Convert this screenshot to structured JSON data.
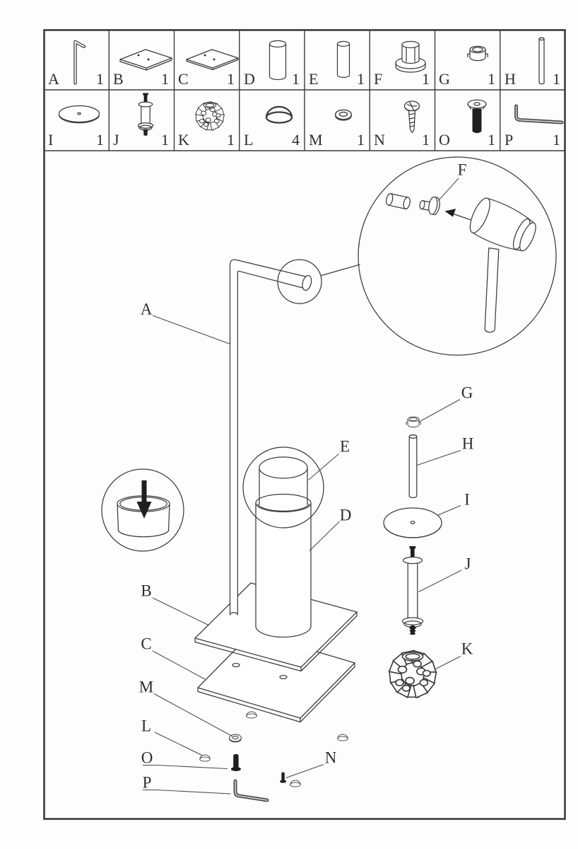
{
  "colors": {
    "line": "#3b3b3b",
    "background": "#fdfdfd",
    "hardware_dark": "#1f1f1f"
  },
  "parts": [
    {
      "letter": "A",
      "qty": "1",
      "name": "pole-with-bent-arm"
    },
    {
      "letter": "B",
      "qty": "1",
      "name": "square-base-plate"
    },
    {
      "letter": "C",
      "qty": "1",
      "name": "square-cover-plate"
    },
    {
      "letter": "D",
      "qty": "1",
      "name": "brush-holder-tube"
    },
    {
      "letter": "E",
      "qty": "1",
      "name": "inner-cup"
    },
    {
      "letter": "F",
      "qty": "1",
      "name": "flanged-end-cap"
    },
    {
      "letter": "G",
      "qty": "1",
      "name": "push-in-plug"
    },
    {
      "letter": "H",
      "qty": "1",
      "name": "spindle-rod"
    },
    {
      "letter": "I",
      "qty": "1",
      "name": "round-lid"
    },
    {
      "letter": "J",
      "qty": "1",
      "name": "brush-handle"
    },
    {
      "letter": "K",
      "qty": "1",
      "name": "brush-head"
    },
    {
      "letter": "L",
      "qty": "4",
      "name": "dome-cap"
    },
    {
      "letter": "M",
      "qty": "1",
      "name": "washer"
    },
    {
      "letter": "N",
      "qty": "1",
      "name": "screw"
    },
    {
      "letter": "O",
      "qty": "1",
      "name": "countersunk-bolt"
    },
    {
      "letter": "P",
      "qty": "1",
      "name": "allen-key"
    }
  ],
  "callouts": {
    "A": "A",
    "B": "B",
    "C": "C",
    "D": "D",
    "E": "E",
    "F": "F",
    "G": "G",
    "H": "H",
    "I": "I",
    "J": "J",
    "K": "K",
    "L": "L",
    "M": "M",
    "N": "N",
    "O": "O",
    "P": "P"
  }
}
